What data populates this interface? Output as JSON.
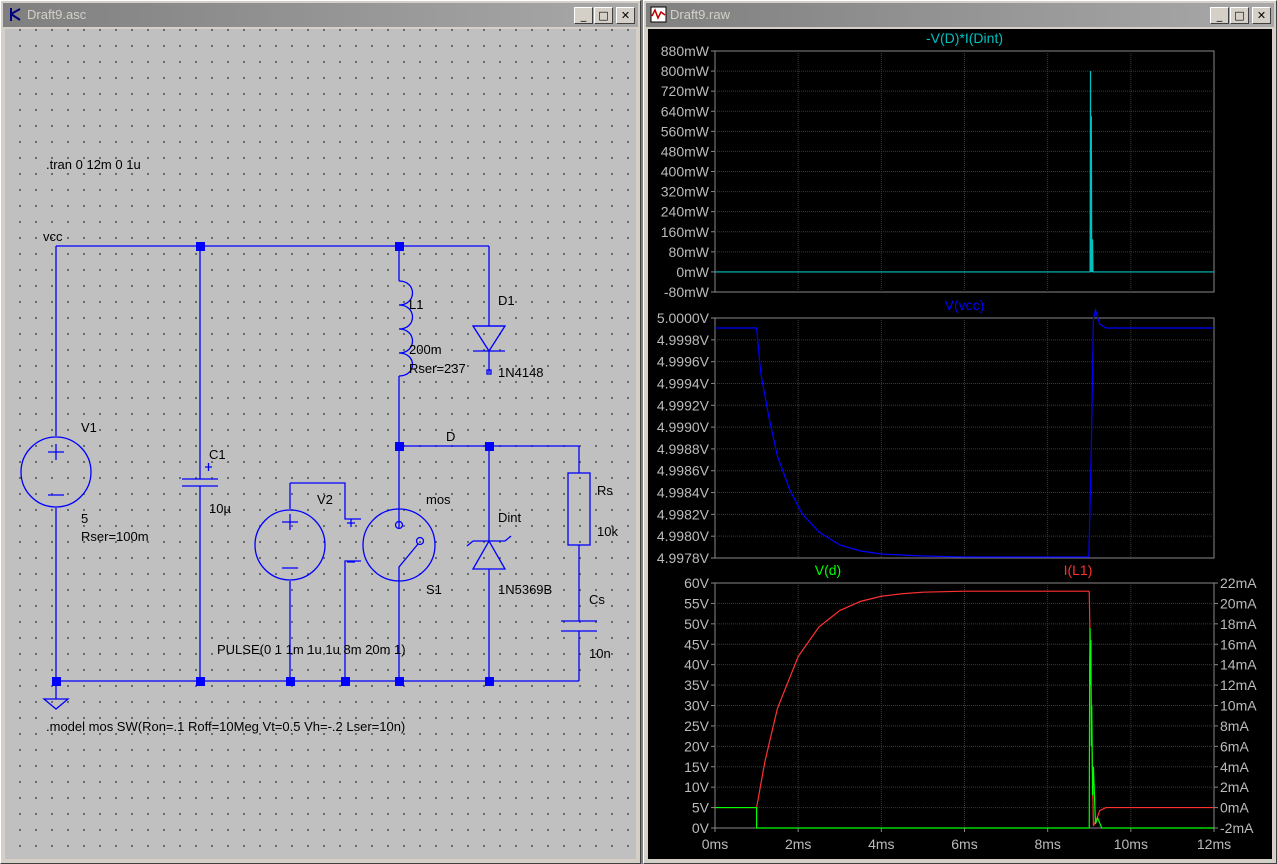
{
  "schematic_window": {
    "title": "Draft9.asc",
    "directive_tran": ".tran 0 12m 0 1u",
    "directive_model": ".model mos SW(Ron=.1 Roff=10Meg Vt=0.5 Vh=-.2 Lser=10n)",
    "net_vcc": "vcc",
    "net_d": "D",
    "v1": {
      "name": "V1",
      "value": "5",
      "rser": "Rser=100m"
    },
    "c1": {
      "name": "C1",
      "value": "10µ"
    },
    "l1": {
      "name": "L1",
      "value": "200m",
      "rser": "Rser=237"
    },
    "d1": {
      "name": "D1",
      "model": "1N4148"
    },
    "v2": {
      "name": "V2",
      "pulse": "PULSE(0 1 1m 1u 1u 8m 20m 1)"
    },
    "s1": {
      "name": "S1",
      "model": "mos"
    },
    "dint": {
      "name": "Dint",
      "model": "1N5369B"
    },
    "rs": {
      "name": "Rs",
      "value": "10k"
    },
    "cs": {
      "name": "Cs",
      "value": "10n"
    },
    "colors": {
      "wire": "#0000ff",
      "junction": "#0000ff"
    }
  },
  "plot_window": {
    "title": "Draft9.raw",
    "x_ticks": [
      "0ms",
      "2ms",
      "4ms",
      "6ms",
      "8ms",
      "10ms",
      "12ms"
    ]
  },
  "chart_data": [
    {
      "type": "line",
      "title": "-V(D)*I(Dint)",
      "ylim": [
        -80,
        880
      ],
      "y_unit": "mW",
      "xlim": [
        0,
        12
      ],
      "y_ticks": [
        "880mW",
        "800mW",
        "720mW",
        "640mW",
        "560mW",
        "480mW",
        "400mW",
        "320mW",
        "240mW",
        "160mW",
        "80mW",
        "0mW",
        "-80mW"
      ],
      "series": [
        {
          "name": "-V(D)*I(Dint)",
          "color": "#00c0c0",
          "x": [
            0,
            9.0,
            9.02,
            9.03,
            9.04,
            9.05,
            9.06,
            9.08,
            9.09,
            9.1,
            12
          ],
          "y": [
            0,
            0,
            0,
            800,
            0,
            620,
            0,
            130,
            0,
            0,
            0
          ]
        }
      ]
    },
    {
      "type": "line",
      "title": "V(vcc)",
      "ylim": [
        4.9977,
        5.0001
      ],
      "xlim": [
        0,
        12
      ],
      "y_ticks": [
        "5.0000V",
        "4.9998V",
        "4.9996V",
        "4.9994V",
        "4.9992V",
        "4.9990V",
        "4.9988V",
        "4.9986V",
        "4.9984V",
        "4.9982V",
        "4.9980V",
        "4.9978V"
      ],
      "series": [
        {
          "name": "V(vcc)",
          "color": "#0000ff",
          "x": [
            0,
            1.0,
            1.1,
            1.3,
            1.5,
            1.8,
            2.1,
            2.5,
            3.0,
            3.5,
            4.0,
            5.0,
            6.0,
            7.0,
            8.0,
            8.99,
            9.05,
            9.1,
            9.15,
            9.25,
            9.4,
            12
          ],
          "y": [
            5.0,
            5.0,
            4.99955,
            4.9991,
            4.99872,
            4.99838,
            4.99814,
            4.99796,
            4.99783,
            4.99777,
            4.99774,
            4.99772,
            4.99771,
            4.99771,
            4.99771,
            4.99771,
            4.9988,
            5.00009,
            5.00018,
            5.00004,
            5.0,
            5.0
          ]
        }
      ]
    },
    {
      "type": "line",
      "title_left": "V(d)",
      "title_right": "I(L1)",
      "ylim": [
        0,
        60
      ],
      "y2lim": [
        -2,
        22
      ],
      "xlim": [
        0,
        12
      ],
      "y_ticks": [
        "60V",
        "55V",
        "50V",
        "45V",
        "40V",
        "35V",
        "30V",
        "25V",
        "20V",
        "15V",
        "10V",
        "5V",
        "0V"
      ],
      "y2_ticks": [
        "22mA",
        "20mA",
        "18mA",
        "16mA",
        "14mA",
        "12mA",
        "10mA",
        "8mA",
        "6mA",
        "4mA",
        "2mA",
        "0mA",
        "-2mA"
      ],
      "series": [
        {
          "name": "V(d)",
          "color": "#00ff00",
          "axis": "left",
          "x": [
            0,
            1.0,
            1.001,
            1.002,
            8.99,
            9.0,
            9.01,
            9.02,
            9.03,
            9.04,
            9.05,
            9.06,
            9.08,
            9.1,
            9.15,
            9.2,
            9.3,
            12
          ],
          "y": [
            5,
            5,
            0,
            0,
            0,
            0,
            40,
            49,
            35,
            46,
            20,
            30,
            8,
            15,
            1,
            2.5,
            0,
            0
          ]
        },
        {
          "name": "I(L1)",
          "color": "#ff3030",
          "axis": "right",
          "x": [
            0,
            1.0,
            1.2,
            1.5,
            2.0,
            2.5,
            3.0,
            3.5,
            4.0,
            4.5,
            5.0,
            6.0,
            7.0,
            8.0,
            8.99,
            9.0,
            9.1,
            9.2,
            9.25,
            9.4,
            12
          ],
          "y": [
            0,
            0,
            4.5,
            9.7,
            14.8,
            17.7,
            19.3,
            20.2,
            20.7,
            20.95,
            21.1,
            21.2,
            21.2,
            21.2,
            21.2,
            21.1,
            -1.8,
            -0.9,
            -0.3,
            0,
            0
          ]
        }
      ]
    }
  ]
}
